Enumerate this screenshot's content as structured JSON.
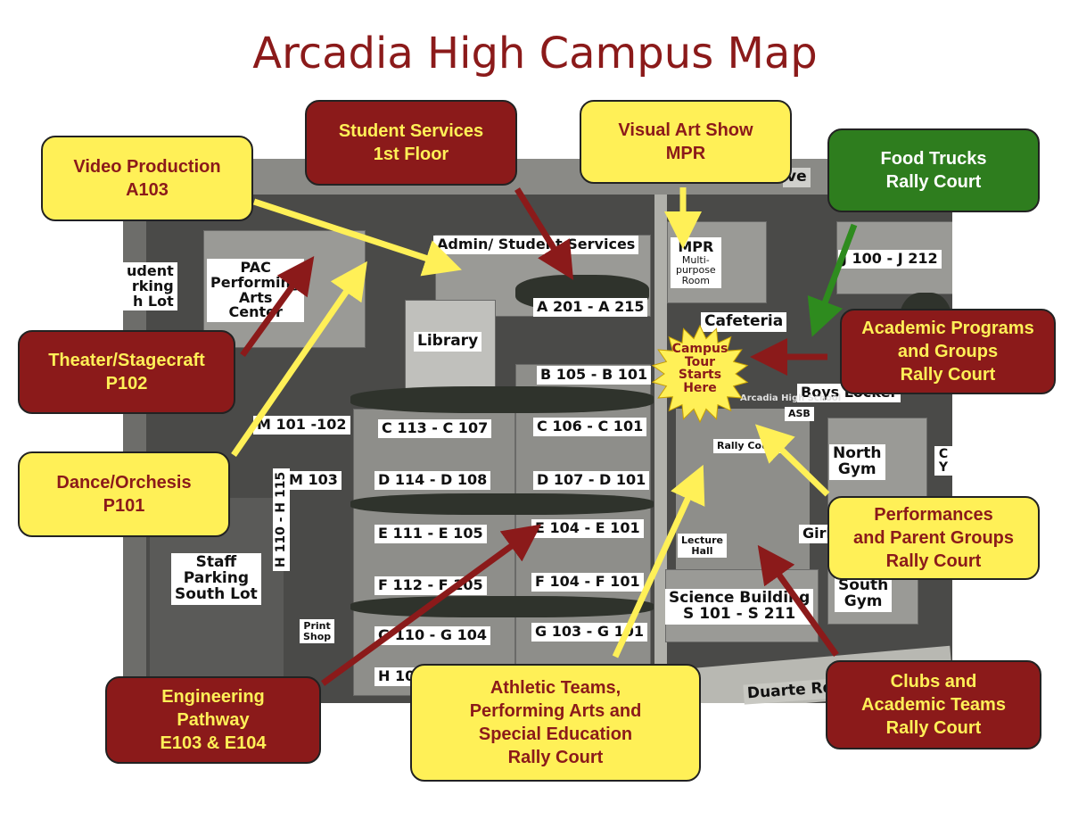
{
  "title": "Arcadia High Campus Map",
  "colors": {
    "title": "#8b1a1a",
    "yellow_box": "#fff057",
    "red_box": "#8b1a1a",
    "green_box": "#2e7d1e",
    "arrow_red": "#8b1a1a",
    "arrow_yellow": "#fff057",
    "arrow_green": "#2e8b1e"
  },
  "map_labels": {
    "admin": "Admin/ Student Services",
    "a_rooms": "A 201 - A 215",
    "mpr": "MPR",
    "mpr_sub_1": "Multi-",
    "mpr_sub_2": "purpose",
    "mpr_sub_3": "Room",
    "j_rooms": "J 100 - J 212",
    "pac_1": "PAC",
    "pac_2": "Performing",
    "pac_3": "Arts",
    "pac_4": "Center",
    "student_lot_1": "udent",
    "student_lot_2": "rking",
    "student_lot_3": "h Lot",
    "library": "Library",
    "cafeteria": "Cafeteria",
    "b_rooms": "B 105 - B 101",
    "tour_1": "Campus",
    "tour_2": "Tour",
    "tour_3": "Starts",
    "tour_4": "Here",
    "boys_locker": "Boys Locker",
    "asb": "ASB",
    "m101": "M 101 -102",
    "c_left": "C 113 - C 107",
    "c_right": "C 106 - C 101",
    "rally_court": "Rally Court",
    "north_gym_1": "North",
    "north_gym_2": "Gym",
    "m103": "M 103",
    "d_left": "D 114 - D 108",
    "d_right": "D 107 - D 101",
    "e_left": "E 111 - E 105",
    "e_right": "E 104 - E 101",
    "h_vertical": "H 110 - H 115",
    "staff_lot_1": "Staff",
    "staff_lot_2": "Parking",
    "staff_lot_3": "South Lot",
    "f_left": "F 112 - F 105",
    "f_right": "F 104 - F 101",
    "lecture_1": "Lecture",
    "lecture_2": "Hall",
    "girls": "Girl",
    "south_gym_1": "South",
    "south_gym_2": "Gym",
    "science_1": "Science Building",
    "science_2": "S 101 - S 211",
    "print_1": "Print",
    "print_2": "Shop",
    "g_left": "G 110 - G 104",
    "g_right": "G 103 - G 101",
    "h_left": "H 10",
    "duarte": "Duarte Rd",
    "ave": "ve",
    "cy": "C Y",
    "school_sign": "Arcadia High School"
  },
  "callouts": {
    "video": {
      "line1": "Video Production",
      "line2": "A103"
    },
    "student_services": {
      "line1": "Student Services",
      "line2": "1st Floor"
    },
    "visual_art": {
      "line1": "Visual Art Show",
      "line2": "MPR"
    },
    "food_trucks": {
      "line1": "Food Trucks",
      "line2": "Rally Court"
    },
    "theater": {
      "line1": "Theater/Stagecraft",
      "line2": "P102"
    },
    "academic_programs": {
      "line1": "Academic Programs",
      "line2": "and Groups",
      "line3": "Rally Court"
    },
    "dance": {
      "line1": "Dance/Orchesis",
      "line2": "P101"
    },
    "performances": {
      "line1": "Performances",
      "line2": "and Parent Groups",
      "line3": "Rally Court"
    },
    "engineering": {
      "line1": "Engineering",
      "line2": "Pathway",
      "line3": "E103 & E104"
    },
    "athletic": {
      "line1": "Athletic Teams,",
      "line2": "Performing Arts and",
      "line3": "Special Education",
      "line4": "Rally Court"
    },
    "clubs": {
      "line1": "Clubs and",
      "line2": "Academic Teams",
      "line3": "Rally Court"
    }
  }
}
